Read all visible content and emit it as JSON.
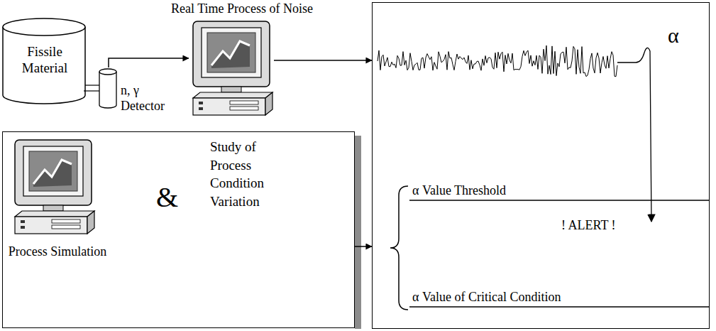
{
  "diagram": {
    "nodes": [
      {
        "text": [
          "Fissile Material"
        ]
      },
      {
        "text": [
          "n, γ Detector"
        ]
      },
      {
        "text": [
          "Real Time Process of Noise"
        ]
      },
      {
        "text": [
          "α",
          "α Value Threshold",
          "! ALERT !",
          "α Value of Critical Condition"
        ]
      },
      {
        "text": [
          "&",
          "Study of Process Condition Variation"
        ]
      },
      {
        "text": [
          "Process Simulation"
        ],
        "in": 4
      }
    ],
    "edges": [
      {
        "from": 1,
        "to": 2,
        "arrow": "to"
      },
      {
        "from": 2,
        "to": 3,
        "arrow": "to"
      },
      {
        "from": 4,
        "to": 3,
        "arrow": "to"
      }
    ]
  }
}
